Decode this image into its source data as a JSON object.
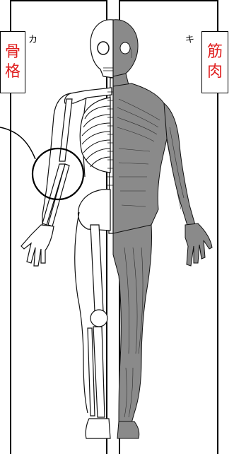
{
  "panels": {
    "left": {
      "letter": "カ",
      "label_line1": "骨",
      "label_line2": "格"
    },
    "right": {
      "letter": "キ",
      "label_line1": "筋",
      "label_line2": "肉"
    }
  },
  "colors": {
    "label_text": "#e02020",
    "line": "#000000",
    "muscle_fill": "#8a8a8a",
    "bone_fill": "#ffffff"
  },
  "icons": {
    "figure": "skeleton-muscle-figure-icon",
    "callout": "magnifier-circle-icon"
  }
}
